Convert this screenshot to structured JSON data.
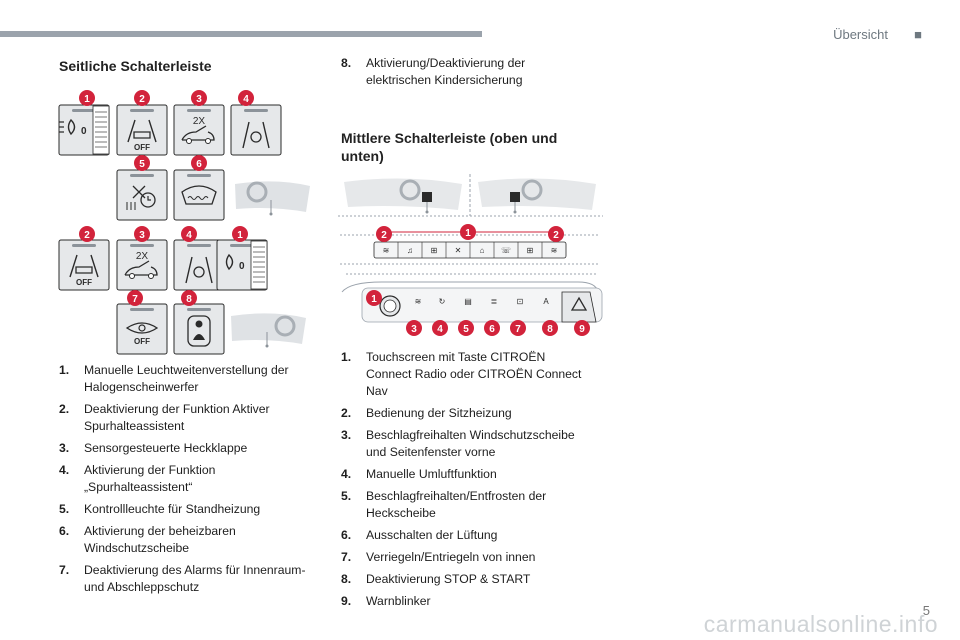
{
  "header": {
    "section_title": "Übersicht",
    "dot": "■"
  },
  "left": {
    "heading": "Seitliche Schalterleiste",
    "figure": {
      "badges_row1": [
        "1",
        "2",
        "3",
        "4"
      ],
      "badges_row2": [
        "5",
        "6"
      ],
      "badges_row3": [
        "2",
        "3",
        "4",
        "1"
      ],
      "badges_row4": [
        "7",
        "8"
      ],
      "off_label": "OFF",
      "twox_label": "2X"
    },
    "items": [
      {
        "num": "1.",
        "text": "Manuelle Leuchtweitenverstellung der Halogenscheinwerfer"
      },
      {
        "num": "2.",
        "text": "Deaktivierung der Funktion Aktiver Spurhalteassistent"
      },
      {
        "num": "3.",
        "text": "Sensorgesteuerte Heckklappe"
      },
      {
        "num": "4.",
        "text": "Aktivierung der Funktion „Spurhalteassistent“"
      },
      {
        "num": "5.",
        "text": "Kontrollleuchte für Standheizung"
      },
      {
        "num": "6.",
        "text": "Aktivierung der beheizbaren Windschutzscheibe"
      },
      {
        "num": "7.",
        "text": "Deaktivierung des Alarms für Innenraum- und Abschleppschutz"
      }
    ]
  },
  "right": {
    "item8": {
      "num": "8.",
      "text": "Aktivierung/Deaktivierung der elektrischen Kindersicherung"
    },
    "heading": "Mittlere Schalterleiste (oben und unten)",
    "figure": {
      "badges_top": [
        "2",
        "1",
        "2"
      ],
      "badges_bottom": [
        "1",
        "3",
        "4",
        "5",
        "6",
        "7",
        "8",
        "9"
      ]
    },
    "items": [
      {
        "num": "1.",
        "text": "Touchscreen mit Taste CITROËN Connect Radio oder CITROËN Connect Nav"
      },
      {
        "num": "2.",
        "text": "Bedienung der Sitzheizung"
      },
      {
        "num": "3.",
        "text": "Beschlagfreihalten Windschutzscheibe und Seitenfenster vorne"
      },
      {
        "num": "4.",
        "text": "Manuelle Umluftfunktion"
      },
      {
        "num": "5.",
        "text": "Beschlagfreihalten/Entfrosten der Heckscheibe"
      },
      {
        "num": "6.",
        "text": "Ausschalten der Lüftung"
      },
      {
        "num": "7.",
        "text": "Verriegeln/Entriegeln von innen"
      },
      {
        "num": "8.",
        "text": "Deaktivierung STOP & START"
      },
      {
        "num": "9.",
        "text": "Warnblinker"
      }
    ]
  },
  "footer": {
    "page_number": "5",
    "watermark": "carmanualsonline.info"
  },
  "colors": {
    "badge_red": "#d2233b",
    "panel_gray": "#e6e8ea",
    "line_dark": "#2b2b2b"
  }
}
